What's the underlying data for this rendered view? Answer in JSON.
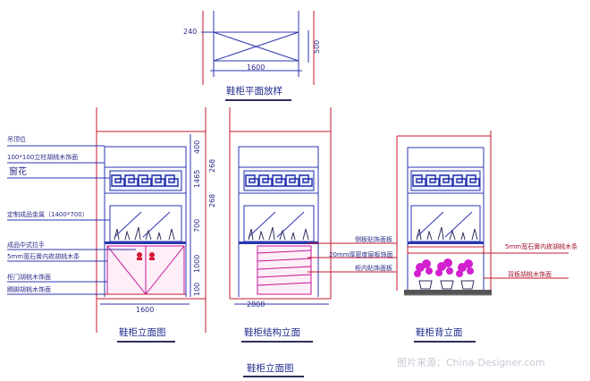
{
  "titles": {
    "plan": "鞋柜平面放样",
    "front": "鞋柜立面图",
    "structure": "鞋柜结构立面",
    "back": "鞋柜背立面",
    "main": "鞋柜立面图"
  },
  "plan_dims": {
    "depth_left": "240",
    "width": "1600",
    "height_right": "500"
  },
  "front_dims": {
    "vertical": [
      "400",
      "1465",
      "700",
      "1000",
      "100"
    ],
    "overall_vertical": [
      "268",
      "268"
    ],
    "width": "1600",
    "structure_width": "2808"
  },
  "left_labels": [
    "吊顶位",
    "100*100立柱胡桃木饰面",
    "窗花",
    "定制成品金属（1400*700）",
    "成品中式拉手",
    "5mm宽石膏内崁胡桃木条",
    "柜门胡桃木饰面",
    "踢脚胡桃木饰面"
  ],
  "middle_labels": [
    "侧板贴饰面板",
    "20mm厚密度层板饰面",
    "柜内贴饰面板"
  ],
  "right_labels": [
    "5mm宽石膏内崁胡桃木条",
    "背板胡桃木饰面"
  ],
  "watermark": "图片来源：China-Designer.com"
}
